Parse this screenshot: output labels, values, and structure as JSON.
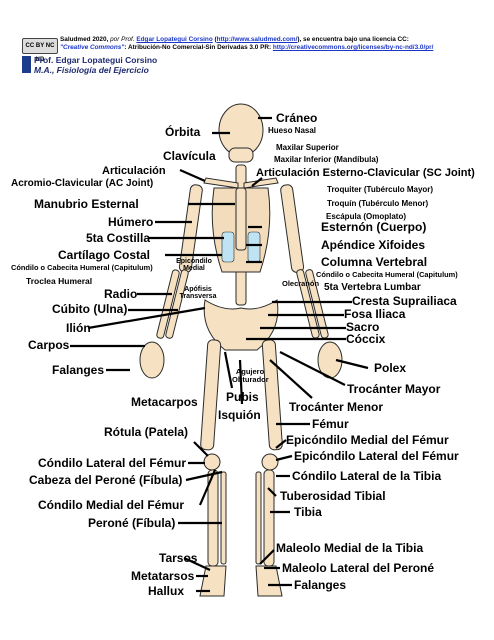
{
  "header": {
    "cc_badge": "CC BY NC ND",
    "license_line1": "Saludmed 2020, por Prof. Edgar Lopategui Corsino (http://www.saludmed.com/), se encuentra bajo una licencia CC:",
    "license_prefix": "Saludmed 2020, ",
    "license_por": "por Prof. ",
    "license_author_link": "Edgar Lopategui Corsino",
    "license_url": "http://www.saludmed.com/",
    "license_suffix": ", se encuentra bajo una licencia CC:",
    "license_cc_name": "\"Creative Commons\"",
    "license_type": ": Atribución-No Comercial-Sin Derivadas 3.0 PR: ",
    "license_link": "http://creativecommons.org/licenses/by-nc-nd/3.0/pr/",
    "author_name": "Prof. Edgar Lopategui Corsino",
    "author_role": "M.A., Fisiología del Ejercicio"
  },
  "labels": {
    "craneo": "Cráneo",
    "hueso_nasal": "Hueso Nasal",
    "orbita": "Órbita",
    "maxilar_superior": "Maxilar Superior",
    "maxilar_inferior": "Maxilar Inferior (Mandíbula)",
    "clavicula": "Clavícula",
    "articulacion": "Articulación",
    "acromio": "Acromio-Clavicular (AC Joint)",
    "esterno_clavicular": "Articulación Esterno-Clavicular (SC Joint)",
    "troquiter": "Troquiter (Tubérculo Mayor)",
    "troquin": "Troquín (Tubérculo Menor)",
    "manubrio": "Manubrio Esternal",
    "escapula": "Escápula (Omoplato)",
    "humero": "Húmero",
    "esternon": "Esternón (Cuerpo)",
    "costilla": "5ta Costilla",
    "apendice": "Apéndice Xifoides",
    "cartilago": "Cartílago Costal",
    "epicondilo_medial": "Epicóndilo Medial",
    "columna": "Columna Vertebral",
    "condilo_humeral_izq": "Cóndilo o Cabecita Humeral (Capitulum)",
    "condilo_humeral_der": "Cóndilo o Cabecita Humeral (Capitulum)",
    "troclea": "Troclea Humeral",
    "olecranon": "Olecranón",
    "vertebra_lumbar": "5ta Vertebra Lumbar",
    "radio": "Radio",
    "apofisis": "Apófisis Transversa",
    "cresta": "Cresta Suprailiaca",
    "cubito": "Cúbito (Ulna)",
    "fosa": "Fosa Iliaca",
    "ilion": "Ilión",
    "sacro": "Sacro",
    "carpos": "Carpos",
    "coccix": "Cóccix",
    "falanges_mano": "Falanges",
    "polex": "Polex",
    "agujero": "Agujero Obturador",
    "metacarpos": "Metacarpos",
    "trocanter_mayor": "Trocánter Mayor",
    "pubis": "Pubis",
    "trocanter_menor": "Trocánter Menor",
    "isquion": "Isquión",
    "femur": "Fémur",
    "rotula": "Rótula (Patela)",
    "epicondilo_medial_femur": "Epicóndilo Medial del Fémur",
    "condilo_lateral_femur": "Cóndilo Lateral del Fémur",
    "epicondilo_lateral_femur": "Epicóndilo Lateral del Fémur",
    "cabeza_perone": "Cabeza del Peroné (Fíbula)",
    "condilo_lateral_tibia": "Cóndilo Lateral de la Tibia",
    "tuberosidad": "Tuberosidad Tibial",
    "condilo_medial_femur": "Cóndilo Medial del Fémur",
    "tibia": "Tibia",
    "perone": "Peroné (Fíbula)",
    "maleolo_medial": "Maleolo Medial de la Tibia",
    "tarsos": "Tarsos",
    "maleolo_lateral": "Maleolo Lateral del Peroné",
    "metatarsos": "Metatarsos",
    "falanges_pie": "Falanges",
    "hallux": "Hallux"
  },
  "colors": {
    "bone": "#f6e2c2",
    "bone_outline": "#2b2b2b",
    "cartilage": "#bfe3f2",
    "link": "#1a36c9"
  }
}
